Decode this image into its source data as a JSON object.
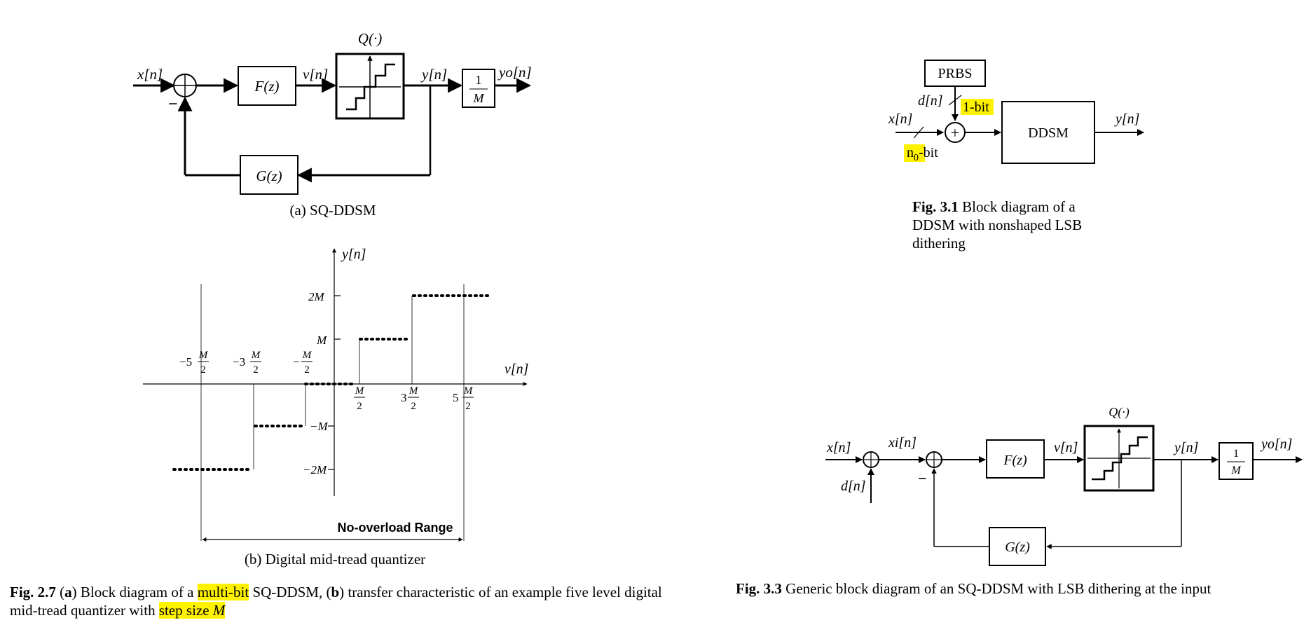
{
  "colors": {
    "highlight": "#fff200",
    "ink": "#000000"
  },
  "fig27a": {
    "x_in": "x[n]",
    "minus": "−",
    "F": "F(z)",
    "v": "v[n]",
    "Q": "Q(·)",
    "y": "y[n]",
    "scale_num": "1",
    "scale_den": "M",
    "yo": "yo[n]",
    "G": "G(z)",
    "sublabel": "(a) SQ-DDSM"
  },
  "fig27b": {
    "ylabel": "y[n]",
    "xlabel": "v[n]",
    "tick_2M": "2M",
    "tick_M": "M",
    "tick_negM": "−M",
    "tick_neg2M": "−2M",
    "x_ticks": {
      "m5": "−5",
      "m3": "−3",
      "m1": "−",
      "p1": "",
      "p3": "3",
      "p5": "5",
      "frac_num": "M",
      "frac_den": "2"
    },
    "range_label": "No-overload Range",
    "sublabel": "(b) Digital mid-tread quantizer",
    "chart_data": {
      "type": "step",
      "xlabel": "v[n]",
      "ylabel": "y[n]",
      "x_breakpoints": [
        "−5M/2",
        "−3M/2",
        "−M/2",
        "M/2",
        "3M/2",
        "5M/2"
      ],
      "levels": [
        "−2M",
        "−M",
        "0",
        "M",
        "2M"
      ]
    }
  },
  "fig27_caption": {
    "label": "Fig. 2.7",
    "p1": " (",
    "a": "a",
    "p2": ") Block diagram of a ",
    "hl1": "multi-bit",
    "p3": " SQ-DDSM, (",
    "b": "b",
    "p4": ") transfer characteristic of an example five level digital mid-tread quantizer with ",
    "hl2a": "step size ",
    "hl2b": "M"
  },
  "fig31": {
    "prbs": "PRBS",
    "d": "d[n]",
    "one_bit": "1-bit",
    "x": "x[n]",
    "n0_a": "n",
    "n0_sub": "0",
    "n0_b": "-bit",
    "plus": "+",
    "ddsm": "DDSM",
    "y": "y[n]"
  },
  "fig31_caption": {
    "label": "Fig. 3.1",
    "line1": " Block diagram of a",
    "line2": "DDSM with nonshaped LSB",
    "line3": "dithering"
  },
  "fig33": {
    "x": "x[n]",
    "xi": "xi[n]",
    "d": "d[n]",
    "minus": "−",
    "F": "F(z)",
    "v": "v[n]",
    "Q": "Q(·)",
    "y": "y[n]",
    "scale_num": "1",
    "scale_den": "M",
    "yo": "yo[n]",
    "G": "G(z)"
  },
  "fig33_caption": {
    "label": "Fig. 3.3",
    "text": " Generic block diagram of an SQ-DDSM with LSB dithering at the input"
  }
}
